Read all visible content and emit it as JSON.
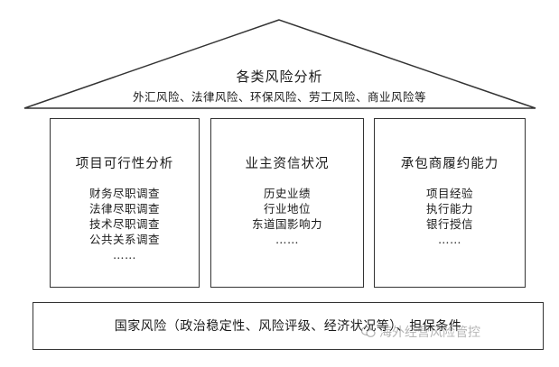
{
  "roof": {
    "title": "各类风险分析",
    "subtitle": "外汇风险、法律风险、环保风险、劳工风险、商业风险等"
  },
  "pillars": [
    {
      "title": "项目可行性分析",
      "items": [
        "财务尽职调查",
        "法律尽职调查",
        "技术尽职调查",
        "公共关系调查",
        "……"
      ]
    },
    {
      "title": "业主资信状况",
      "items": [
        "历史业绩",
        "行业地位",
        "东道国影响力",
        "……"
      ]
    },
    {
      "title": "承包商履约能力",
      "items": [
        "项目经验",
        "执行能力",
        "银行授信",
        "……"
      ]
    }
  ],
  "base": {
    "text": "国家风险（政治稳定性、风险评级、经济状况等）、担保条件"
  },
  "watermark": {
    "text": "海外经营风险管控",
    "icon": "wechat-icon"
  }
}
